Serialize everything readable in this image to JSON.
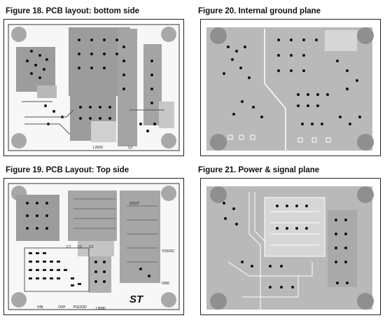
{
  "figures": [
    {
      "caption": "Figure 18. PCB layout: bottom side",
      "labels": {
        "part1": "L2003",
        "part2": "Q1"
      }
    },
    {
      "caption": "Figure 20. Internal ground plane"
    },
    {
      "caption": "Figure 19. PCB Layout: Top side",
      "labels": {
        "vin": "VIN",
        "ovp": "OVP",
        "pgood": "PGOOD",
        "part": "L8080",
        "logo": "ST",
        "c1": "C1",
        "c2": "C2",
        "c3": "C3",
        "vout": "VOUT",
        "vss": "VSS/SC",
        "gnd": "GND"
      }
    },
    {
      "caption": "Figure 21. Power & signal plane"
    }
  ]
}
